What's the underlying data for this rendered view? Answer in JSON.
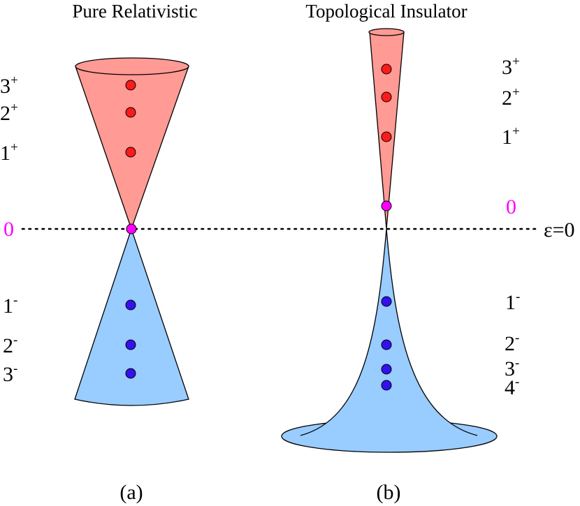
{
  "panels": [
    {
      "title": "Pure Relativistic",
      "caption": "(a)",
      "zero_label": "0",
      "upper_levels": [
        {
          "num": "3",
          "sign": "+"
        },
        {
          "num": "2",
          "sign": "+"
        },
        {
          "num": "1",
          "sign": "+"
        }
      ],
      "lower_levels": [
        {
          "num": "1",
          "sign": "-"
        },
        {
          "num": "2",
          "sign": "-"
        },
        {
          "num": "3",
          "sign": "-"
        }
      ]
    },
    {
      "title": "Topological Insulator",
      "caption": "(b)",
      "zero_label": "0",
      "upper_levels": [
        {
          "num": "3",
          "sign": "+"
        },
        {
          "num": "2",
          "sign": "+"
        },
        {
          "num": "1",
          "sign": "+"
        }
      ],
      "lower_levels": [
        {
          "num": "1",
          "sign": "-"
        },
        {
          "num": "2",
          "sign": "-"
        },
        {
          "num": "3",
          "sign": "-"
        },
        {
          "num": "4",
          "sign": "-"
        }
      ]
    }
  ],
  "energy_zero_label": "ε=0",
  "colors": {
    "upper_cone": "#ff9a94",
    "lower_cone": "#99ccff",
    "upper_dot": "#ff1a1a",
    "lower_dot": "#3311ee",
    "zero_dot": "#ff00ff",
    "zero_label": "#ff00ff"
  }
}
